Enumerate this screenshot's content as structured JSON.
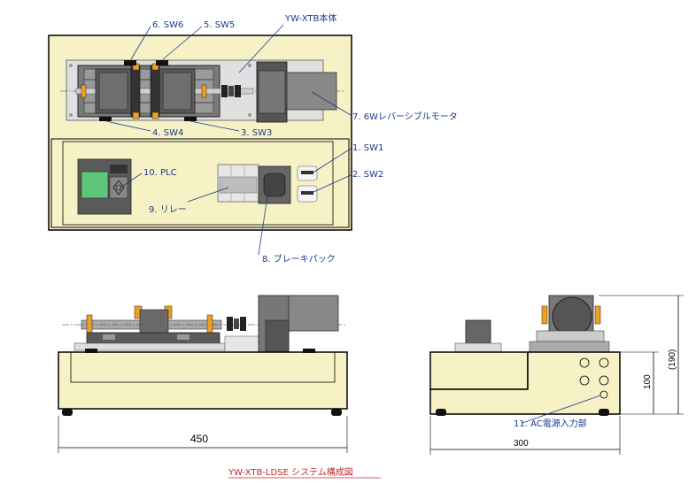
{
  "labels": {
    "sw6": "6. SW6",
    "sw5": "5. SW5",
    "main_body": "YW-XTB本体",
    "motor": "7. 6Wレバーシブルモータ",
    "sw4": "4. SW4",
    "sw3": "3. SW3",
    "sw1": "1. SW1",
    "sw2": "2. SW2",
    "plc": "10. PLC",
    "relay": "9. リレー",
    "brake": "8. ブレーキパック",
    "ac_input": "11. AC電源入力部"
  },
  "dimensions": {
    "front_width": "450",
    "side_width": "300",
    "height_100": "100",
    "height_190": "(190)"
  },
  "caption": "YW-XTB-LDSE システム構成図",
  "colors": {
    "body_fill": "#f6f2c6",
    "label_text": "#1a3a8a",
    "caption_text": "#c0282d",
    "plc_screen": "#5cc77a",
    "slider_orange": "#f0a020"
  }
}
